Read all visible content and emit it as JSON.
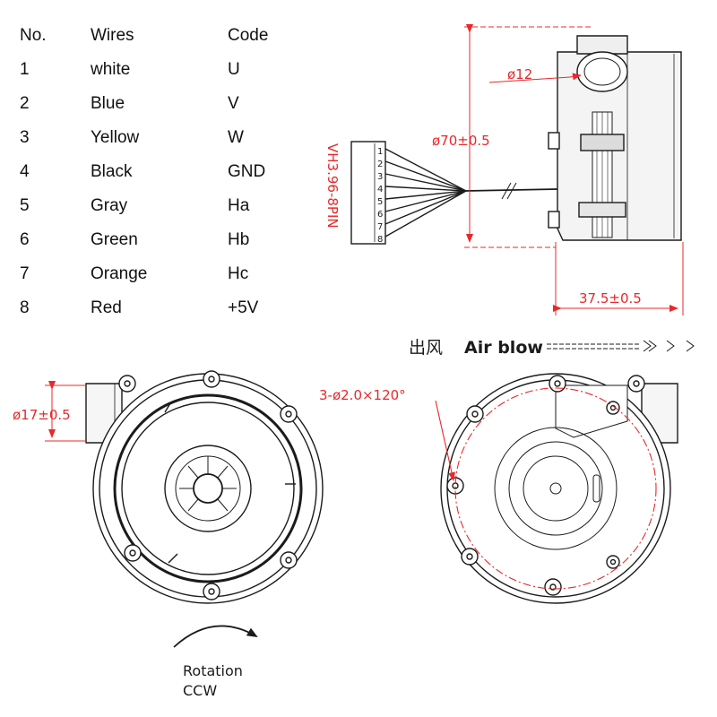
{
  "wire_table": {
    "headers": {
      "no": "No.",
      "wire": "Wires",
      "code": "Code"
    },
    "rows": [
      {
        "no": "1",
        "wire": "white",
        "code": "U"
      },
      {
        "no": "2",
        "wire": "Blue",
        "code": "V"
      },
      {
        "no": "3",
        "wire": "Yellow",
        "code": "W"
      },
      {
        "no": "4",
        "wire": "Black",
        "code": "GND"
      },
      {
        "no": "5",
        "wire": "Gray",
        "code": "Ha"
      },
      {
        "no": "6",
        "wire": "Green",
        "code": "Hb"
      },
      {
        "no": "7",
        "wire": "Orange",
        "code": "Hc"
      },
      {
        "no": "8",
        "wire": "Red",
        "code": "+5V"
      }
    ]
  },
  "side_view": {
    "connector_label": "VH3.96-8PIN",
    "pins": [
      "1",
      "2",
      "3",
      "4",
      "5",
      "6",
      "7",
      "8"
    ],
    "outlet_diameter": "ø12",
    "height_dim": "ø70±0.5",
    "depth_dim": "37.5±0.5"
  },
  "air_blow": {
    "chinese": "出风",
    "english": "Air blow"
  },
  "front_view": {
    "outlet_dim": "ø17±0.5",
    "rotation_label": "Rotation",
    "rotation_dir": "CCW"
  },
  "back_view": {
    "holes_dim": "3-ø2.0×120°"
  },
  "colors": {
    "dimension": "#e8282a",
    "line": "#1b1b1b"
  }
}
